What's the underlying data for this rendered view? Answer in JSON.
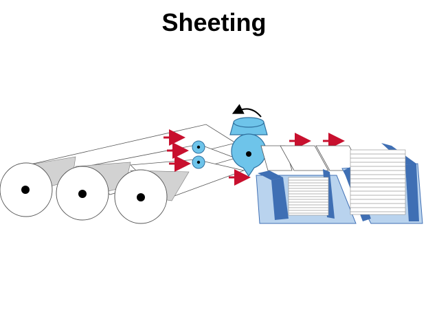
{
  "title": "Sheeting",
  "colors": {
    "roll_fill": "#ffffff",
    "roll_edge": "#555555",
    "web_shadow": "#cfcfcf",
    "roller_blue": "#6ec4ea",
    "roller_edge": "#2d6f9e",
    "arrow_red": "#c8102e",
    "tray_light": "#b9d3ee",
    "tray_dark": "#3f6fb4",
    "sheet_lines": "#9a9a9a"
  },
  "icons": {
    "rotation": "curved-arrow-counterclockwise",
    "feed": "right-arrow"
  }
}
